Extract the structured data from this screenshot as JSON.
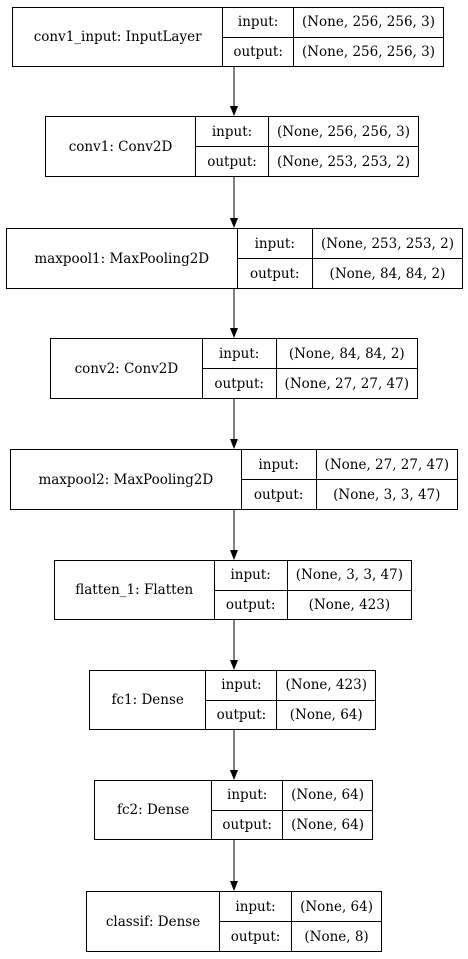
{
  "diagram": {
    "in_label": "input:",
    "out_label": "output:",
    "layers": [
      {
        "name": "conv1_input: InputLayer",
        "input": "(None, 256, 256, 3)",
        "output": "(None, 256, 256, 3)"
      },
      {
        "name": "conv1: Conv2D",
        "input": "(None, 256, 256, 3)",
        "output": "(None, 253, 253, 2)"
      },
      {
        "name": "maxpool1: MaxPooling2D",
        "input": "(None, 253, 253, 2)",
        "output": "(None, 84, 84, 2)"
      },
      {
        "name": "conv2: Conv2D",
        "input": "(None, 84, 84, 2)",
        "output": "(None, 27, 27, 47)"
      },
      {
        "name": "maxpool2: MaxPooling2D",
        "input": "(None, 27, 27, 47)",
        "output": "(None, 3, 3, 47)"
      },
      {
        "name": "flatten_1: Flatten",
        "input": "(None, 3, 3, 47)",
        "output": "(None, 423)"
      },
      {
        "name": "fc1: Dense",
        "input": "(None, 423)",
        "output": "(None, 64)"
      },
      {
        "name": "fc2: Dense",
        "input": "(None, 64)",
        "output": "(None, 64)"
      },
      {
        "name": "classif: Dense",
        "input": "(None, 64)",
        "output": "(None, 8)"
      }
    ]
  }
}
